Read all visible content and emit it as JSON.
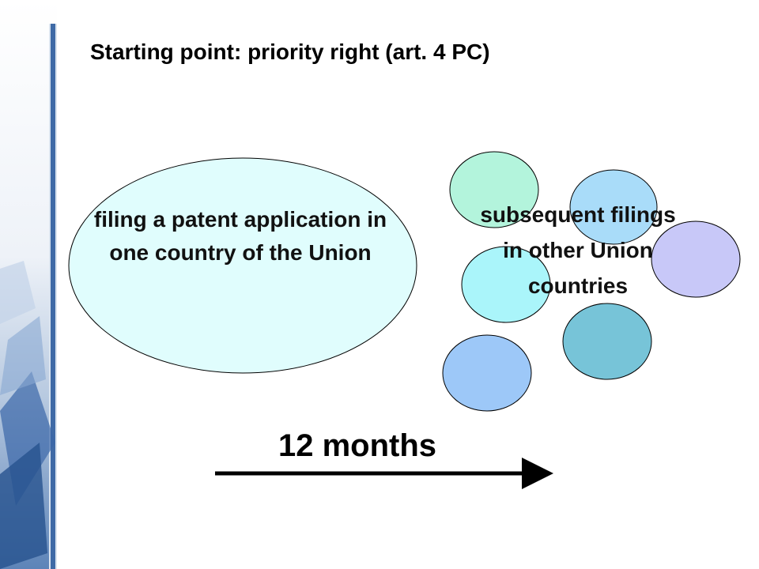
{
  "slide": {
    "title": "Starting point: priority right (art. 4 PC)"
  },
  "diagram": {
    "origin_filing": "filing a patent application in one country of the Union",
    "subsequent_filings": "subsequent filings in other Union countries",
    "period_label": "12 months"
  },
  "colors": {
    "origin_oval": "#e0fdfd",
    "circle_mint": "#b3f4dc",
    "circle_sky": "#a9dcf9",
    "circle_lavender": "#c8c8f8",
    "circle_cyan": "#aaf5fa",
    "circle_blue": "#9dc8f8",
    "circle_teal": "#77c4d8",
    "side_band": "#2c5b9a"
  }
}
